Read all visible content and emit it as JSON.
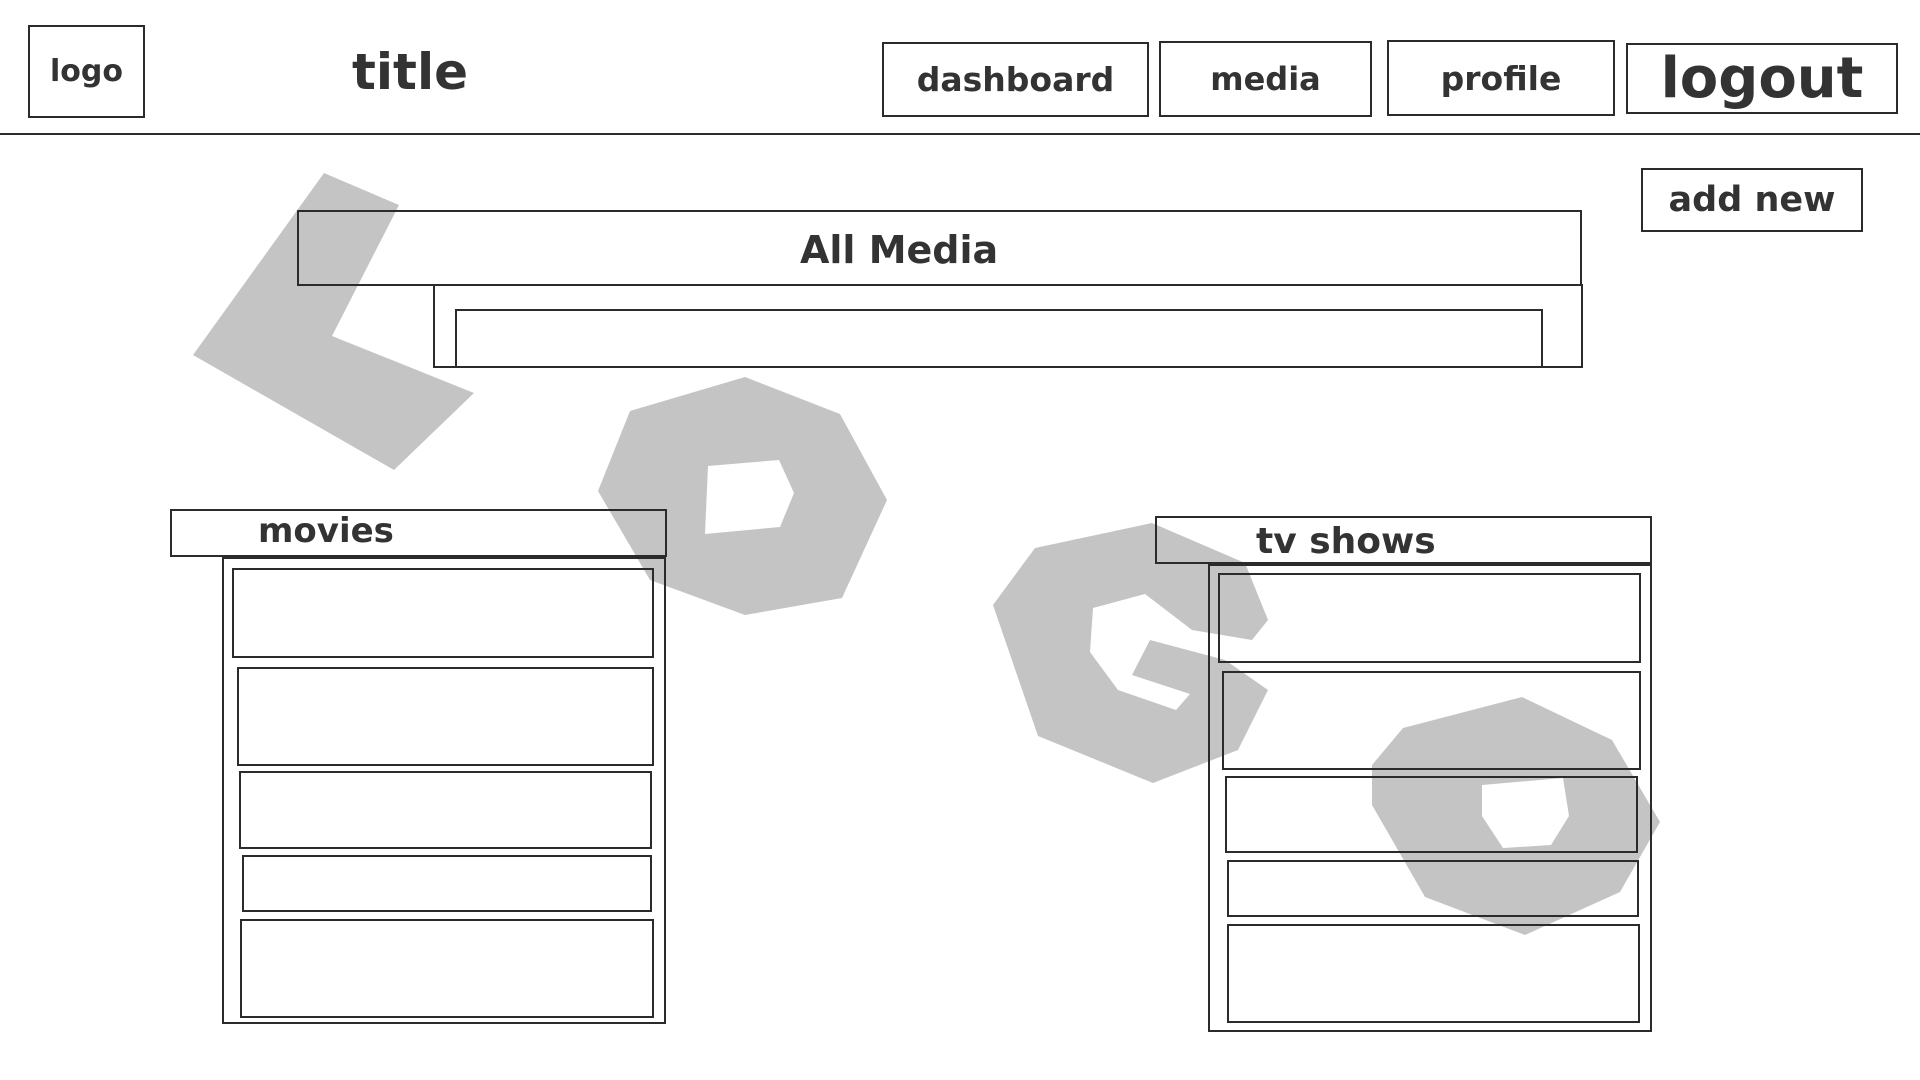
{
  "header": {
    "logo_label": "logo",
    "title": "title",
    "nav": {
      "dashboard": "dashboard",
      "media": "media",
      "profile": "profile",
      "logout": "logout"
    }
  },
  "main": {
    "add_new_label": "add new",
    "all_media_heading": "All Media",
    "watermark": {
      "text": "LOGO",
      "color": "#c4c4c4"
    },
    "movies": {
      "heading": "movies"
    },
    "tv_shows": {
      "heading": "tv shows"
    }
  },
  "colors": {
    "outline": "#2b2b2b",
    "text": "#333333",
    "background": "#ffffff"
  }
}
